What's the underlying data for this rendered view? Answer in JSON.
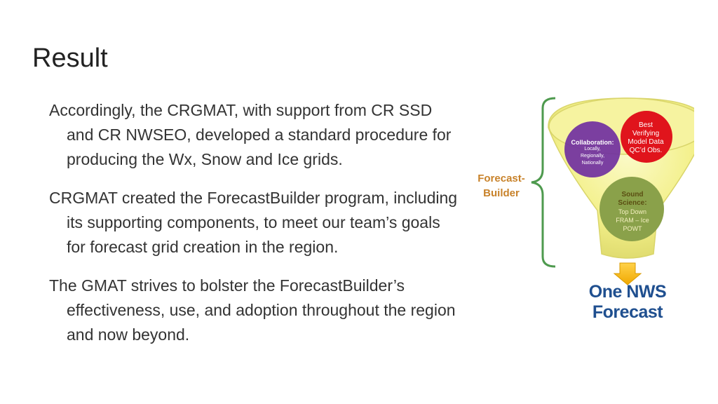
{
  "slide": {
    "title": "Result",
    "paragraphs": [
      "Accordingly, the CRGMAT, with support from CR SSD and CR NWSEO, developed a standard procedure for producing the Wx, Snow and Ice grids.",
      "CRGMAT created the ForecastBuilder program, including its supporting components, to meet our team’s goals for forecast grid creation in the region.",
      "The GMAT strives to bolster the ForecastBuilder’s effectiveness, use, and adoption throughout the region and now beyond."
    ]
  },
  "diagram": {
    "bracket_label_line1": "Forecast-",
    "bracket_label_line2": "Builder",
    "collaboration_title": "Collaboration:",
    "collaboration_items": [
      "Locally,",
      "Regionally,",
      "Nationally"
    ],
    "best_data_lines": [
      "Best",
      "Verifying",
      "Model Data",
      "QC’d Obs."
    ],
    "sound_science_title_lines": [
      "Sound",
      "Science:"
    ],
    "sound_science_items": [
      "Top Down",
      "FRAM – Ice",
      "POWT"
    ],
    "output_line1": "One NWS",
    "output_line2": "Forecast",
    "colors": {
      "funnel_fill": "#f3f08a",
      "funnel_edge": "#d9d56a",
      "collaboration_circle": "#7030a0",
      "best_data_circle": "#e0141c",
      "sound_science_circle": "#8aa14a",
      "bracket": "#4e9a4e",
      "arrow": "#f5b800",
      "label_orange": "#c8822a",
      "output_blue": "#1f4f8f"
    },
    "icons": {
      "bracket": "curly-brace-icon",
      "arrow": "down-arrow-icon"
    }
  }
}
